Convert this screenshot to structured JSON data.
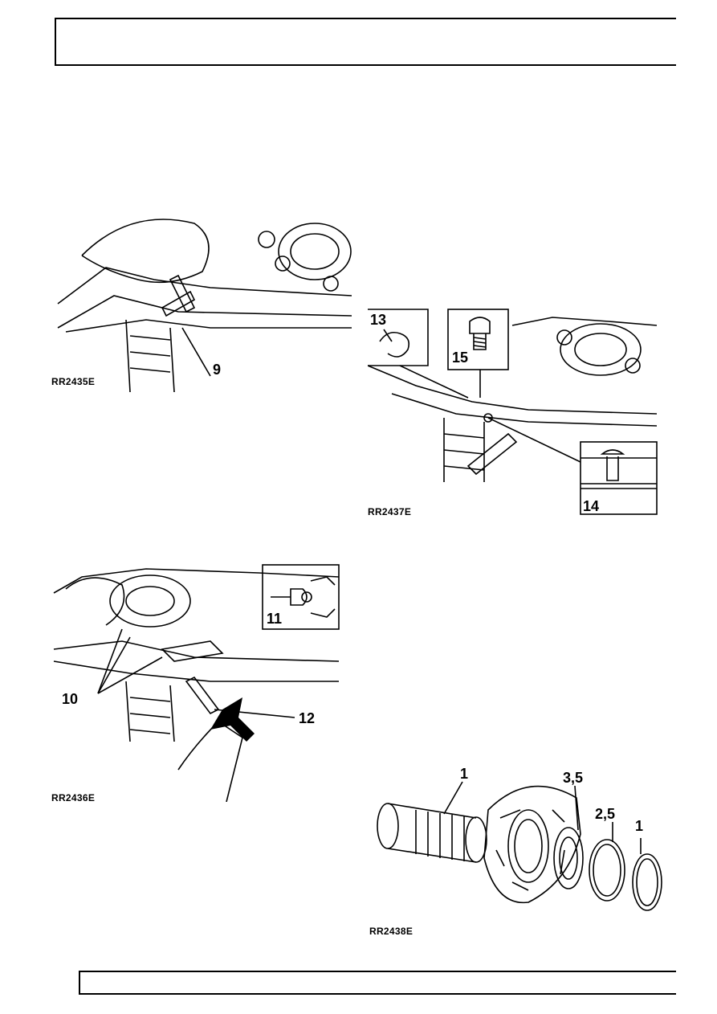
{
  "figures": [
    {
      "code": "RR2435E",
      "callouts": [
        "9"
      ]
    },
    {
      "code": "RR2436E",
      "callouts": [
        "10",
        "11",
        "12"
      ]
    },
    {
      "code": "RR2437E",
      "callouts": [
        "13",
        "15",
        "14"
      ]
    },
    {
      "code": "RR2438E",
      "callouts": [
        "1",
        "3,5",
        "2,5",
        "1"
      ]
    }
  ]
}
